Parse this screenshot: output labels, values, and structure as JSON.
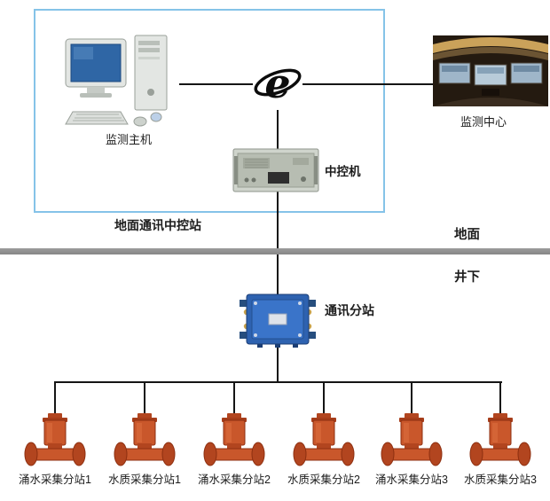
{
  "diagram": {
    "surface_station_label": "地面通讯中控站",
    "host_label": "监测主机",
    "monitor_center_label": "监测中心",
    "server_label": "中控机",
    "ground_label": "地面",
    "underground_label": "井下",
    "substation_label": "通讯分站",
    "device_labels": [
      "涌水采集分站1",
      "水质采集分站1",
      "涌水采集分站2",
      "水质采集分站2",
      "涌水采集分站3",
      "水质采集分站3"
    ],
    "icons": [
      "desktop-computer-icon",
      "internet-e-icon",
      "control-room-photo",
      "rack-server-icon",
      "junction-box-icon",
      "flow-meter-icon"
    ],
    "colors": {
      "surface_box_border": "#85c3e8",
      "connector_line": "#151515",
      "divider_bar": "#909090",
      "device_body": "#c9572b",
      "device_flange": "#b2451f",
      "junction_body": "#2e62b0",
      "monitor_screen": "#2f66a5"
    }
  }
}
